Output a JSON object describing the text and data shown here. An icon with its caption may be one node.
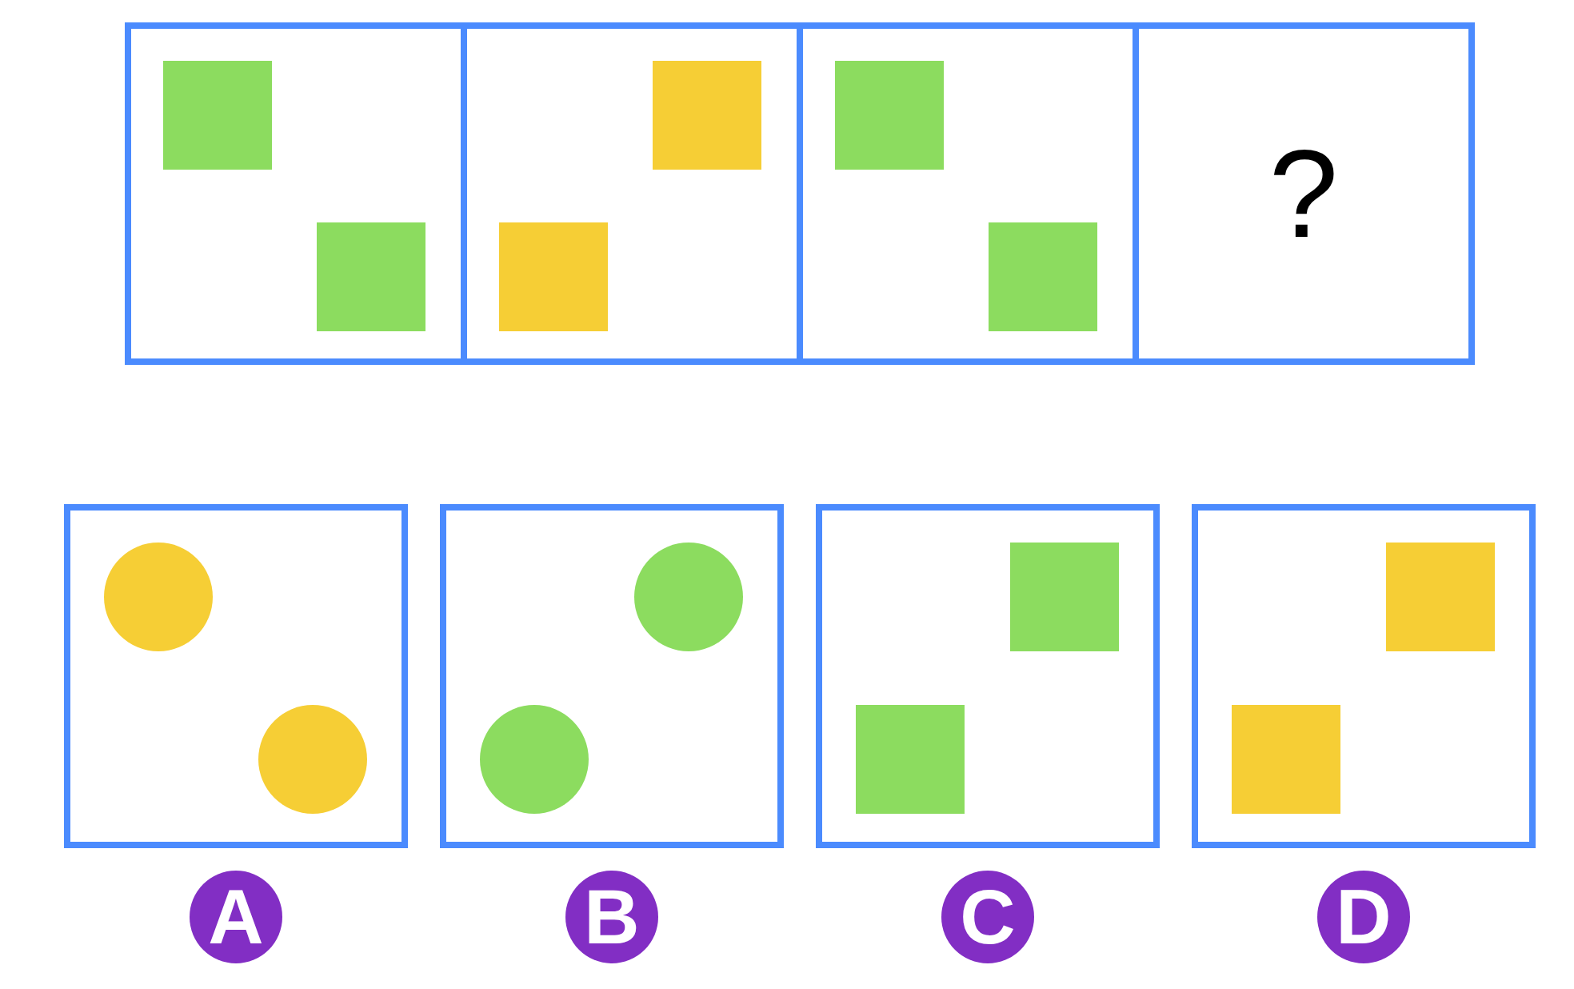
{
  "diagram": {
    "nodes": [
      {
        "text": [],
        "shape": "box"
      },
      {
        "text": [],
        "shape": "box",
        "in": 0
      },
      {
        "text": [],
        "shape": "box",
        "in": 0
      },
      {
        "text": [],
        "shape": "box"
      },
      {
        "text": [],
        "shape": "box",
        "in": 3
      },
      {
        "text": [],
        "shape": "box",
        "in": 3
      },
      {
        "text": [],
        "shape": "box"
      },
      {
        "text": [],
        "shape": "box",
        "in": 6
      },
      {
        "text": [],
        "shape": "box",
        "in": 6
      },
      {
        "text": [
          "?"
        ]
      },
      {
        "text": [],
        "shape": "box"
      },
      {
        "text": [],
        "shape": "circle",
        "in": 10
      },
      {
        "text": [],
        "shape": "circle",
        "in": 10
      },
      {
        "text": [],
        "shape": "box"
      },
      {
        "text": [],
        "shape": "circle",
        "in": 13
      },
      {
        "text": [],
        "shape": "circle",
        "in": 13
      },
      {
        "text": [],
        "shape": "box"
      },
      {
        "text": [],
        "shape": "box",
        "in": 16
      },
      {
        "text": [],
        "shape": "box",
        "in": 16
      },
      {
        "text": [],
        "shape": "box"
      },
      {
        "text": [],
        "shape": "box",
        "in": 19
      },
      {
        "text": [],
        "shape": "box",
        "in": 19
      },
      {
        "text": [
          "A"
        ]
      },
      {
        "text": [
          "B"
        ]
      },
      {
        "text": [
          "C"
        ]
      },
      {
        "text": [
          "D"
        ]
      }
    ]
  }
}
